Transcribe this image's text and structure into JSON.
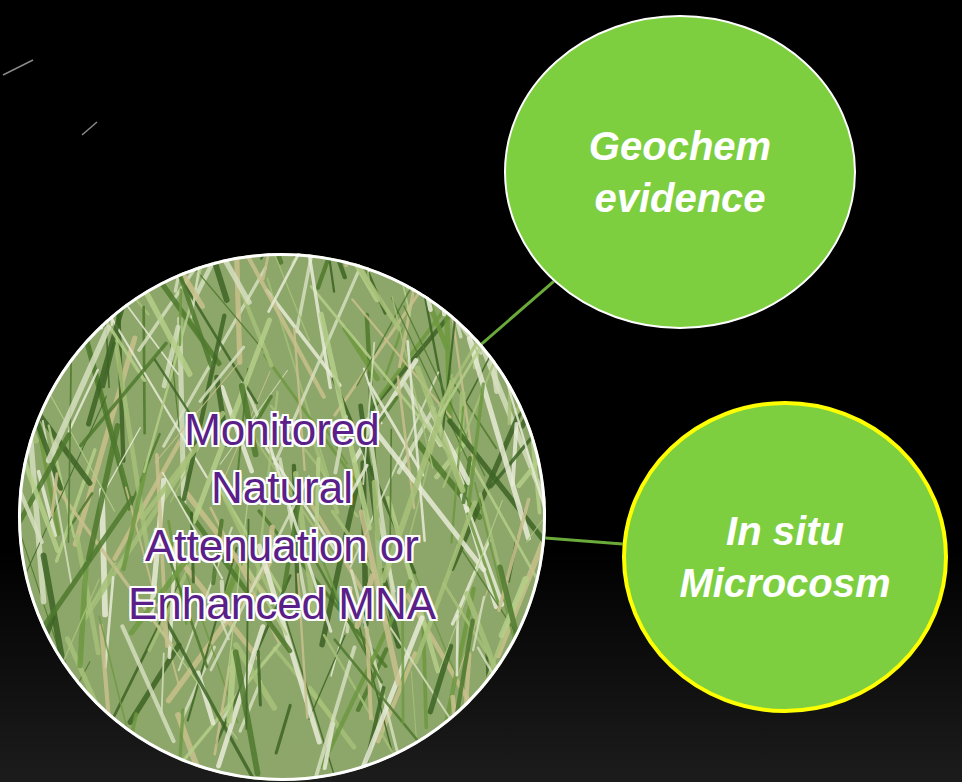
{
  "diagram": {
    "nodes": [
      {
        "text": [
          "Monitored Natural Attenuation or Enhanced MNA"
        ]
      },
      {
        "text": [
          "Geochem evidence"
        ]
      },
      {
        "text": [
          "In situ Microcosm"
        ]
      }
    ],
    "edges": [
      {
        "from": 0,
        "to": 1,
        "arrow": "none"
      },
      {
        "from": 0,
        "to": 2,
        "arrow": "none"
      }
    ]
  }
}
